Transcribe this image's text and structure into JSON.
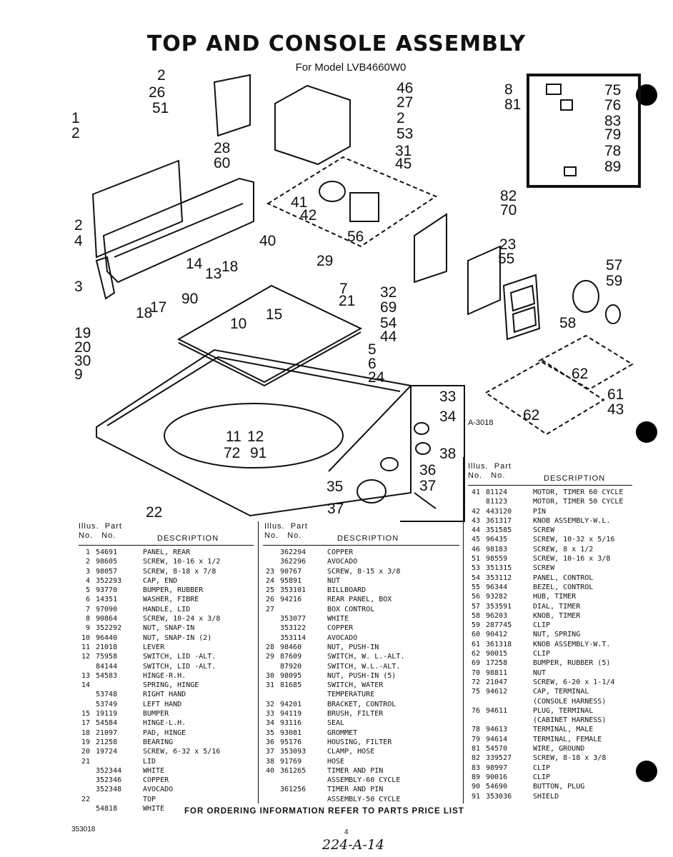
{
  "title": "TOP AND CONSOLE ASSEMBLY",
  "subtitle": "For Model LVB4660W0",
  "diagram_code": "A-3018",
  "table_headers": {
    "illus": "Illus.",
    "part": "Part",
    "no1": "No.",
    "no2": "No.",
    "description": "DESCRIPTION"
  },
  "col1": [
    {
      "illus": "1",
      "part": "54691",
      "desc": "PANEL, REAR"
    },
    {
      "illus": "2",
      "part": "98605",
      "desc": "SCREW, 10-16 x 1/2"
    },
    {
      "illus": "3",
      "part": "98057",
      "desc": "SCREW, 8-18 x 7/8"
    },
    {
      "illus": "4",
      "part": "352293",
      "desc": "CAP, END"
    },
    {
      "illus": "5",
      "part": "93770",
      "desc": "BUMPER, RUBBER"
    },
    {
      "illus": "6",
      "part": "14351",
      "desc": "WASHER, FIBRE"
    },
    {
      "illus": "7",
      "part": "97090",
      "desc": "HANDLE, LID"
    },
    {
      "illus": "8",
      "part": "90864",
      "desc": "SCREW, 10-24 x 3/8"
    },
    {
      "illus": "9",
      "part": "352292",
      "desc": "NUT, SNAP-IN"
    },
    {
      "illus": "10",
      "part": "96440",
      "desc": "NUT, SNAP-IN (2)"
    },
    {
      "illus": "11",
      "part": "21018",
      "desc": "LEVER"
    },
    {
      "illus": "12",
      "part": "75958",
      "desc": "SWITCH, LID -ALT."
    },
    {
      "illus": "",
      "part": "84144",
      "desc": "SWITCH, LID -ALT."
    },
    {
      "illus": "13",
      "part": "54583",
      "desc": "HINGE-R.H."
    },
    {
      "illus": "14",
      "part": "",
      "desc": "SPRING, HINGE"
    },
    {
      "illus": "",
      "part": "53748",
      "desc": "RIGHT HAND"
    },
    {
      "illus": "",
      "part": "53749",
      "desc": "LEFT HAND"
    },
    {
      "illus": "15",
      "part": "19119",
      "desc": "BUMPER"
    },
    {
      "illus": "17",
      "part": "54584",
      "desc": "HINGE-L.H."
    },
    {
      "illus": "18",
      "part": "21097",
      "desc": "PAD, HINGE"
    },
    {
      "illus": "19",
      "part": "21258",
      "desc": "BEARING"
    },
    {
      "illus": "20",
      "part": "19724",
      "desc": "SCREW, 6-32 x 5/16"
    },
    {
      "illus": "21",
      "part": "",
      "desc": "LID"
    },
    {
      "illus": "",
      "part": "352344",
      "desc": "WHITE"
    },
    {
      "illus": "",
      "part": "352346",
      "desc": "COPPER"
    },
    {
      "illus": "",
      "part": "352348",
      "desc": "AVOCADO"
    },
    {
      "illus": "22",
      "part": "",
      "desc": "TOP"
    },
    {
      "illus": "",
      "part": "54818",
      "desc": "WHITE"
    }
  ],
  "col2": [
    {
      "illus": "",
      "part": "362294",
      "desc": "COPPER"
    },
    {
      "illus": "",
      "part": "362296",
      "desc": "AVOCADO"
    },
    {
      "illus": "23",
      "part": "90767",
      "desc": "SCREW, 8-15 x 3/8"
    },
    {
      "illus": "24",
      "part": "95891",
      "desc": "NUT"
    },
    {
      "illus": "25",
      "part": "353101",
      "desc": "BILLBOARD"
    },
    {
      "illus": "26",
      "part": "94216",
      "desc": "REAR PANEL, BOX"
    },
    {
      "illus": "27",
      "part": "",
      "desc": "BOX CONTROL"
    },
    {
      "illus": "",
      "part": "353077",
      "desc": "WHITE"
    },
    {
      "illus": "",
      "part": "353122",
      "desc": "COPPER"
    },
    {
      "illus": "",
      "part": "353114",
      "desc": "AVOCADO"
    },
    {
      "illus": "28",
      "part": "98460",
      "desc": "NUT, PUSH-IN"
    },
    {
      "illus": "29",
      "part": "87609",
      "desc": "SWITCH, W. L.-ALT."
    },
    {
      "illus": "",
      "part": "87920",
      "desc": "SWITCH, W.L.-ALT."
    },
    {
      "illus": "30",
      "part": "98095",
      "desc": "NUT, PUSH-IN (5)"
    },
    {
      "illus": "31",
      "part": "81685",
      "desc": "SWITCH, WATER"
    },
    {
      "illus": "",
      "part": "",
      "desc": "TEMPERATURE"
    },
    {
      "illus": "32",
      "part": "94201",
      "desc": "BRACKET, CONTROL"
    },
    {
      "illus": "33",
      "part": "94119",
      "desc": "BRUSH, FILTER"
    },
    {
      "illus": "34",
      "part": "93116",
      "desc": "SEAL"
    },
    {
      "illus": "35",
      "part": "93081",
      "desc": "GROMMET"
    },
    {
      "illus": "36",
      "part": "95176",
      "desc": "HOUSING, FILTER"
    },
    {
      "illus": "37",
      "part": "353093",
      "desc": "CLAMP, HOSE"
    },
    {
      "illus": "38",
      "part": "91769",
      "desc": "HOSE"
    },
    {
      "illus": "40",
      "part": "361265",
      "desc": "TIMER AND PIN"
    },
    {
      "illus": "",
      "part": "",
      "desc": "ASSEMBLY-60 CYCLE"
    },
    {
      "illus": "",
      "part": "361256",
      "desc": "TIMER AND PIN"
    },
    {
      "illus": "",
      "part": "",
      "desc": "ASSEMBLY-50 CYCLE"
    }
  ],
  "col3": [
    {
      "illus": "41",
      "part": "81124",
      "desc": "MOTOR, TIMER 60 CYCLE"
    },
    {
      "illus": "",
      "part": "81123",
      "desc": "MOTOR, TIMER 50 CYCLE"
    },
    {
      "illus": "42",
      "part": "443120",
      "desc": "PIN"
    },
    {
      "illus": "43",
      "part": "361317",
      "desc": "KNOB ASSEMBLY-W.L."
    },
    {
      "illus": "44",
      "part": "351585",
      "desc": "SCREW"
    },
    {
      "illus": "45",
      "part": "96435",
      "desc": "SCREW, 10-32 x 5/16"
    },
    {
      "illus": "46",
      "part": "98183",
      "desc": "SCREW, 8 x 1/2"
    },
    {
      "illus": "51",
      "part": "98559",
      "desc": "SCREW, 10-16 x 3/8"
    },
    {
      "illus": "53",
      "part": "351315",
      "desc": "SCREW"
    },
    {
      "illus": "54",
      "part": "353112",
      "desc": "PANEL, CONTROL"
    },
    {
      "illus": "55",
      "part": "96344",
      "desc": "BEZEL, CONTROL"
    },
    {
      "illus": "56",
      "part": "93282",
      "desc": "HUB, TIMER"
    },
    {
      "illus": "57",
      "part": "353591",
      "desc": "DIAL, TIMER"
    },
    {
      "illus": "58",
      "part": "96203",
      "desc": "KNOB, TIMER"
    },
    {
      "illus": "59",
      "part": "287745",
      "desc": "CLIP"
    },
    {
      "illus": "60",
      "part": "90412",
      "desc": "NUT, SPRING"
    },
    {
      "illus": "61",
      "part": "361318",
      "desc": "KNOB ASSEMBLY-W.T."
    },
    {
      "illus": "62",
      "part": "90015",
      "desc": "CLIP"
    },
    {
      "illus": "69",
      "part": "17258",
      "desc": "BUMPER, RUBBER (5)"
    },
    {
      "illus": "70",
      "part": "98811",
      "desc": "NUT"
    },
    {
      "illus": "72",
      "part": "21047",
      "desc": "SCREW, 6-20 x 1-1/4"
    },
    {
      "illus": "75",
      "part": "94612",
      "desc": "CAP, TERMINAL"
    },
    {
      "illus": "",
      "part": "",
      "desc": "(CONSOLE HARNESS)"
    },
    {
      "illus": "76",
      "part": "94611",
      "desc": "PLUG, TERMINAL"
    },
    {
      "illus": "",
      "part": "",
      "desc": "(CABINET HARNESS)"
    },
    {
      "illus": "78",
      "part": "94613",
      "desc": "TERMINAL, MALE"
    },
    {
      "illus": "79",
      "part": "94614",
      "desc": "TERMINAL, FEMALE"
    },
    {
      "illus": "81",
      "part": "54570",
      "desc": "WIRE, GROUND"
    },
    {
      "illus": "82",
      "part": "339527",
      "desc": "SCREW, 8-18 x 3/8"
    },
    {
      "illus": "83",
      "part": "98997",
      "desc": "CLIP"
    },
    {
      "illus": "89",
      "part": "90016",
      "desc": "CLIP"
    },
    {
      "illus": "90",
      "part": "54690",
      "desc": "BUTTON, PLUG"
    },
    {
      "illus": "91",
      "part": "353036",
      "desc": "SHIELD"
    }
  ],
  "footer": "FOR ORDERING INFORMATION REFER TO PARTS PRICE LIST",
  "doc_number": "353018",
  "page_number": "4",
  "handwritten": "224-A-14",
  "callouts": [
    "2",
    "26",
    "51",
    "46",
    "27",
    "2",
    "53",
    "8",
    "81",
    "75",
    "76",
    "83",
    "79",
    "78",
    "89",
    "1",
    "2",
    "28",
    "60",
    "31",
    "45",
    "41",
    "42",
    "82",
    "70",
    "40",
    "56",
    "2",
    "4",
    "23",
    "55",
    "29",
    "57",
    "59",
    "14",
    "13",
    "18",
    "7",
    "3",
    "90",
    "21",
    "32",
    "69",
    "15",
    "54",
    "18",
    "17",
    "10",
    "58",
    "19",
    "5",
    "44",
    "20",
    "30",
    "6",
    "24",
    "9",
    "62",
    "61",
    "43",
    "62",
    "33",
    "34",
    "11",
    "12",
    "72",
    "91",
    "38",
    "36",
    "35",
    "37",
    "37",
    "22"
  ]
}
